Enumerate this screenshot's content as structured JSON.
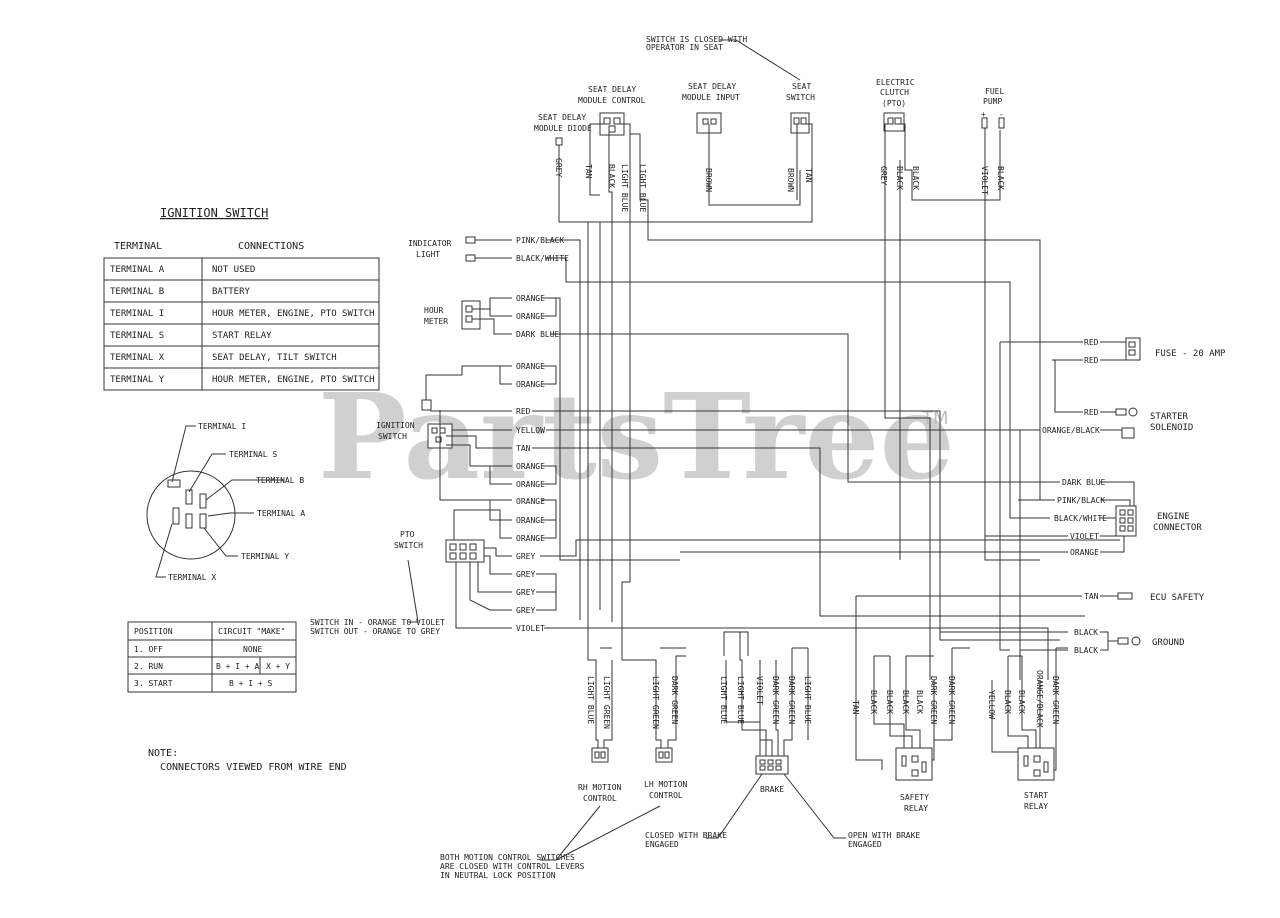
{
  "watermark": {
    "text": "PartsTree",
    "tm": "TM"
  },
  "ignition_table": {
    "title": "IGNITION SWITCH",
    "col_terminal": "TERMINAL",
    "col_connections": "CONNECTIONS",
    "rows": [
      {
        "terminal": "TERMINAL  A",
        "connection": "NOT USED"
      },
      {
        "terminal": "TERMINAL  B",
        "connection": "BATTERY"
      },
      {
        "terminal": "TERMINAL  I",
        "connection": "HOUR METER, ENGINE, PTO SWITCH"
      },
      {
        "terminal": "TERMINAL  S",
        "connection": "START RELAY"
      },
      {
        "terminal": "TERMINAL  X",
        "connection": "SEAT DELAY, TILT SWITCH"
      },
      {
        "terminal": "TERMINAL  Y",
        "connection": "HOUR METER, ENGINE, PTO SWITCH"
      }
    ]
  },
  "switch_face": {
    "terminal_i": "TERMINAL I",
    "terminal_s": "TERMINAL S",
    "terminal_b": "TERMINAL B",
    "terminal_a": "TERMINAL A",
    "terminal_y": "TERMINAL Y",
    "terminal_x": "TERMINAL X"
  },
  "position_table": {
    "col_position": "POSITION",
    "col_circuit": "CIRCUIT \"MAKE\"",
    "rows": [
      {
        "position": "1. OFF",
        "circuit": "NONE",
        "extra": ""
      },
      {
        "position": "2. RUN",
        "circuit": "B + I + A",
        "extra": "X + Y"
      },
      {
        "position": "3. START",
        "circuit": "B + I + S",
        "extra": ""
      }
    ]
  },
  "note": {
    "line1": "NOTE:",
    "line2": "CONNECTORS VIEWED FROM WIRE END"
  },
  "components": {
    "seat_delay_diode": [
      "SEAT DELAY",
      "MODULE DIODE"
    ],
    "seat_delay_control": [
      "SEAT DELAY",
      "MODULE CONTROL"
    ],
    "seat_delay_input": [
      "SEAT DELAY",
      "MODULE INPUT"
    ],
    "seat_switch": [
      "SEAT",
      "SWITCH"
    ],
    "seat_note": [
      "SWITCH IS CLOSED WITH",
      "OPERATOR IN SEAT"
    ],
    "electric_clutch": [
      "ELECTRIC",
      "CLUTCH",
      "(PTO)"
    ],
    "fuel_pump": [
      "FUEL",
      "PUMP"
    ],
    "indicator_light": [
      "INDICATOR",
      "LIGHT"
    ],
    "hour_meter": [
      "HOUR",
      "METER"
    ],
    "ignition_switch": [
      "IGNITION",
      "SWITCH"
    ],
    "pto_switch": [
      "PTO",
      "SWITCH"
    ],
    "pto_note": [
      "SWITCH IN - ORANGE TO VIOLET",
      "SWITCH OUT - ORANGE TO GREY"
    ],
    "fuse": "FUSE - 20 AMP",
    "starter_solenoid": [
      "STARTER",
      "SOLENOID"
    ],
    "engine_connector": [
      "ENGINE",
      "CONNECTOR"
    ],
    "ecu_safety": "ECU SAFETY",
    "ground": "GROUND",
    "rh_motion": [
      "RH MOTION",
      "CONTROL"
    ],
    "lh_motion": [
      "LH MOTION",
      "CONTROL"
    ],
    "brake": "BRAKE",
    "safety_relay": [
      "SAFETY",
      "RELAY"
    ],
    "start_relay": [
      "START",
      "RELAY"
    ],
    "brake_closed_note": [
      "CLOSED WITH BRAKE",
      "ENGAGED"
    ],
    "brake_open_note": [
      "OPEN WITH BRAKE",
      "ENGAGED"
    ],
    "motion_note": [
      "BOTH MOTION CONTROL SWITCHES",
      "ARE CLOSED WITH CONTROL LEVERS",
      "IN NEUTRAL LOCK POSITION"
    ]
  },
  "wires": {
    "top_vertical": [
      "GREY",
      "TAN",
      "BLACK",
      "LIGHT BLUE",
      "LIGHT BLUE",
      "BROWN",
      "BROWN",
      "TAN",
      "GREY",
      "BLACK",
      "BLACK",
      "VIOLET",
      "BLACK"
    ],
    "center_horizontal": [
      "PINK/BLACK",
      "BLACK/WHITE",
      "ORANGE",
      "ORANGE",
      "DARK BLUE",
      "ORANGE",
      "ORANGE",
      "RED",
      "YELLOW",
      "TAN",
      "ORANGE",
      "ORANGE",
      "ORANGE",
      "ORANGE",
      "ORANGE",
      "GREY",
      "GREY",
      "GREY",
      "GREY",
      "VIOLET"
    ],
    "right_horizontal": [
      "RED",
      "RED",
      "RED",
      "ORANGE/BLACK",
      "DARK BLUE",
      "PINK/BLACK",
      "BLACK/WHITE",
      "VIOLET",
      "ORANGE",
      "TAN",
      "BLACK",
      "BLACK"
    ],
    "bottom_vertical": [
      "LIGHT BLUE",
      "LIGHT GREEN",
      "LIGHT GREEN",
      "DARK GREEN",
      "LIGHT BLUE",
      "LIGHT BLUE",
      "VIOLET",
      "DARK GREEN",
      "DARK GREEN",
      "LIGHT BLUE",
      "TAN",
      "BLACK",
      "BLACK",
      "BLACK",
      "BLACK",
      "DARK GREEN",
      "DARK GREEN",
      "YELLOW",
      "BLACK",
      "BLACK",
      "ORANGE/BLACK",
      "DARK GREEN"
    ]
  }
}
